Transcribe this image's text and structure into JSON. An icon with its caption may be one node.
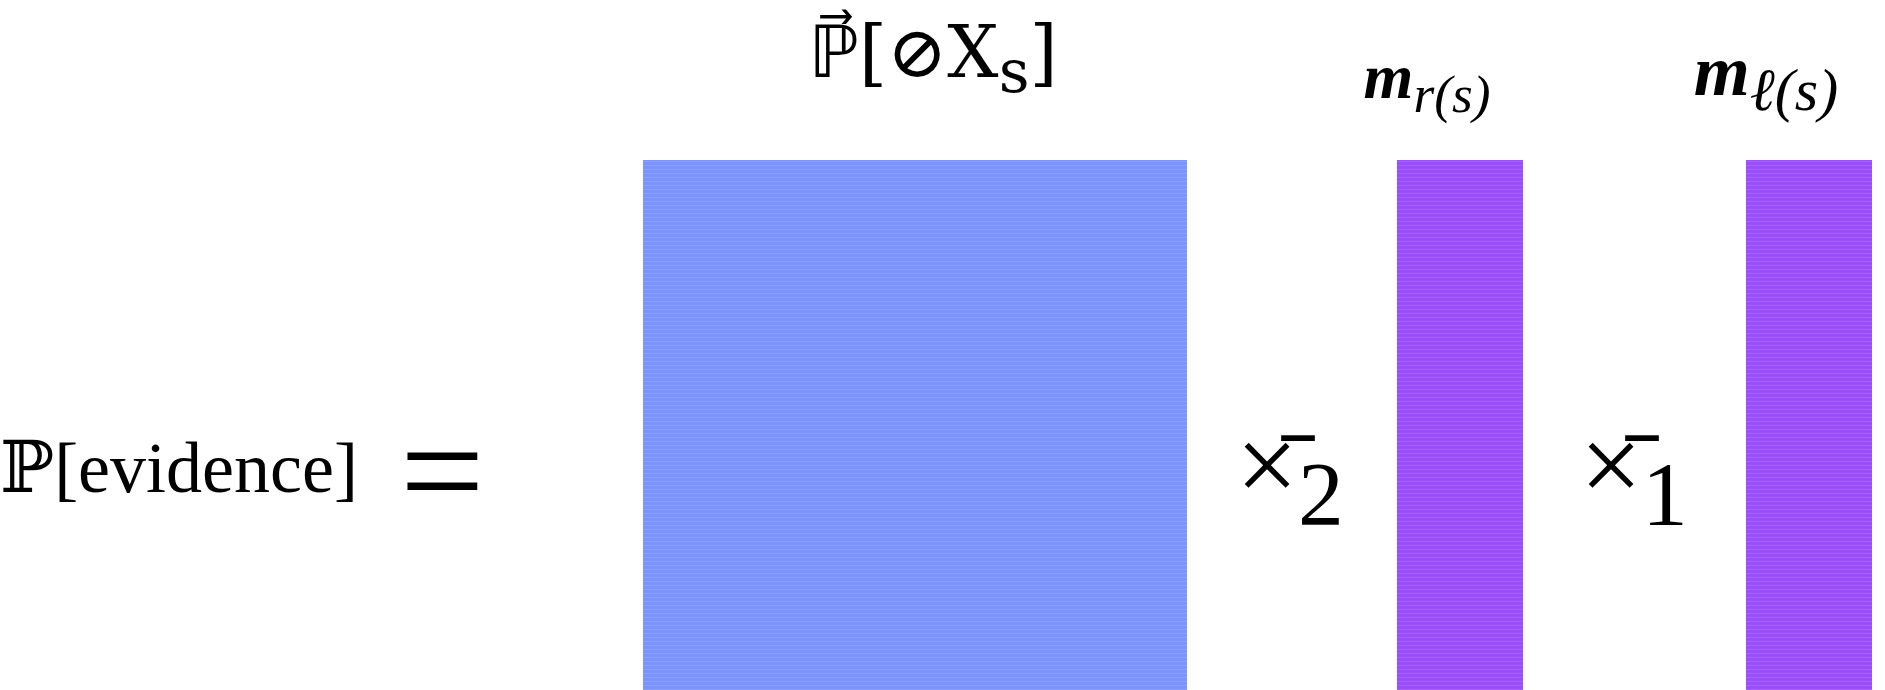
{
  "diagram": {
    "nodes": [
      {
        "text": [
          "ℙ⃗[⊘X$_{s}$]"
        ]
      },
      {
        "text": [
          "**m**$_{r(s)}$"
        ]
      },
      {
        "text": [
          "**m**$_{ℓ(s)}$"
        ]
      }
    ],
    "labels": [
      "ℙ[evidence]",
      "=",
      "×̄$_{2}$",
      "×̄$_{1}$"
    ]
  }
}
